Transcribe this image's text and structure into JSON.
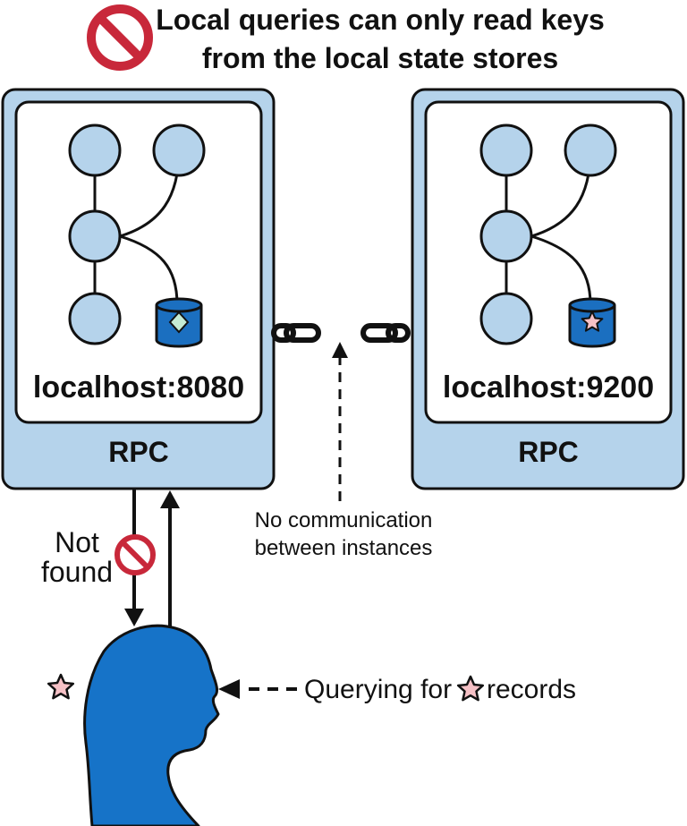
{
  "title": {
    "line1": "Local queries can only read keys",
    "line2": "from the local state stores",
    "icon": "prohibited-icon"
  },
  "instances": [
    {
      "host": "localhost:8080",
      "rpc_label": "RPC",
      "store_icon": "diamond-icon"
    },
    {
      "host": "localhost:9200",
      "rpc_label": "RPC",
      "store_icon": "star-icon"
    }
  ],
  "link_note": {
    "line1": "No communication",
    "line2": "between instances",
    "icon": "broken-chain-icon"
  },
  "response": {
    "line1": "Not",
    "line2": "found",
    "icon": "prohibited-icon"
  },
  "query": {
    "prefix": "Querying for",
    "suffix": "records",
    "icon": "star-icon"
  },
  "user": {
    "icon": "user-head-icon",
    "held_icon": "star-icon"
  },
  "colors": {
    "panel_fill": "#b5d3eb",
    "node_fill": "#b5d3eb",
    "store_blue": "#1b6fc0",
    "user_blue": "#1673c8",
    "prohibited_red": "#c8283a",
    "star_pink": "#f6c1c6",
    "diamond_green": "#c4ebd4"
  }
}
